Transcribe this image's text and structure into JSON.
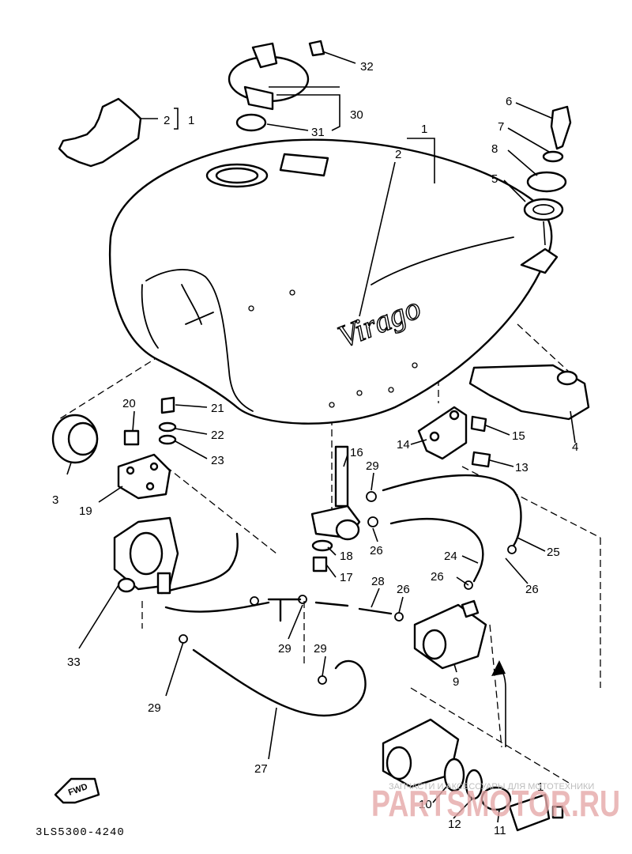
{
  "diagram": {
    "drawing_code": "3LS5300-4240",
    "brand_logo": "Virago",
    "direction_marker": "FWD",
    "labels": {
      "n1_a": "1",
      "n1_b": "1",
      "n1_c": "1",
      "n2_a": "2",
      "n2_b": "2",
      "n3": "3",
      "n4": "4",
      "n5": "5",
      "n6": "6",
      "n7": "7",
      "n8": "8",
      "n9": "9",
      "n10": "10",
      "n11": "11",
      "n12": "12",
      "n13": "13",
      "n14": "14",
      "n15": "15",
      "n16": "16",
      "n17": "17",
      "n18": "18",
      "n19": "19",
      "n20": "20",
      "n21": "21",
      "n22": "22",
      "n23": "23",
      "n24": "24",
      "n25": "25",
      "n26_a": "26",
      "n26_b": "26",
      "n26_c": "26",
      "n26_d": "26",
      "n27": "27",
      "n28": "28",
      "n29_a": "29",
      "n29_b": "29",
      "n29_c": "29",
      "n29_d": "29",
      "n30": "30",
      "n31": "31",
      "n32": "32",
      "n33": "33"
    }
  },
  "watermark": {
    "caption": "ЗАПЧАСТИ И АКСЕССУАРЫ ДЛЯ МОТОТЕХНИКИ",
    "brand": "PARTSMOTOR.RU"
  }
}
